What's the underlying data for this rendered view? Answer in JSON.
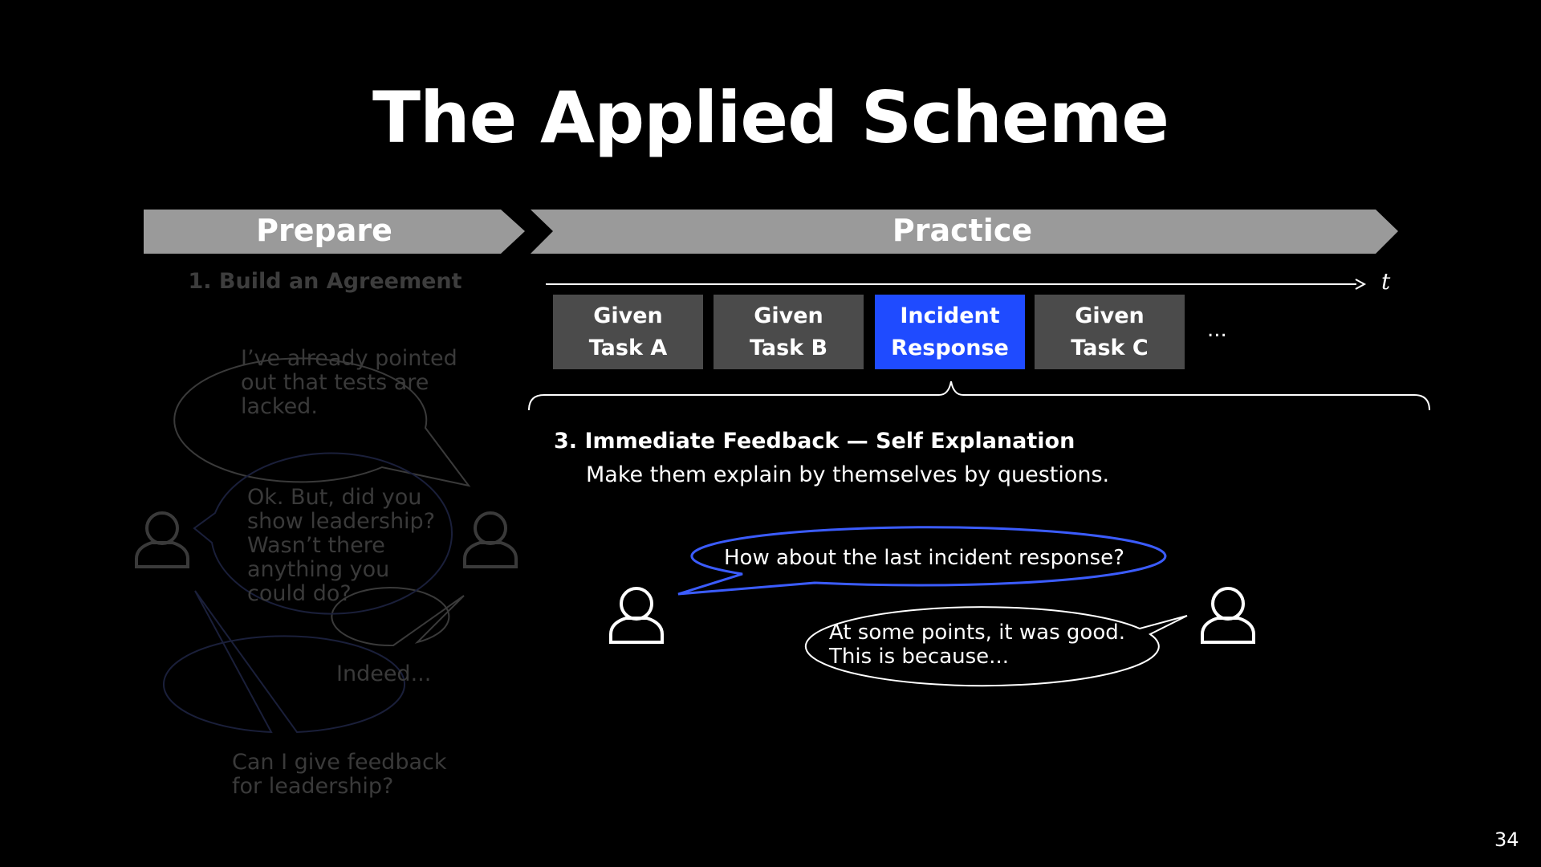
{
  "slide": {
    "title": "The Applied Scheme",
    "page_number": "34"
  },
  "phases": {
    "prepare": "Prepare",
    "practice": "Practice"
  },
  "prepare_section": {
    "heading": "1. Build an Agreement",
    "bubbles": [
      "I've already pointed out that tests are lacked.",
      "Ok. But, did you show leadership? Wasn't there anything you could do?",
      "Indeed...",
      "Can I give feedback for leadership?"
    ],
    "bubble_lines": [
      [
        "I’ve already pointed",
        "out that tests are",
        "lacked."
      ],
      [
        "Ok. But, did you",
        "show leadership?",
        "Wasn’t there",
        "anything you",
        "could do?"
      ],
      [
        "Indeed..."
      ],
      [
        "Can I give feedback",
        "for leadership?"
      ]
    ]
  },
  "timeline": {
    "axis_label": "t",
    "tasks": [
      {
        "line1": "Given",
        "line2": "Task A",
        "active": false
      },
      {
        "line1": "Given",
        "line2": "Task B",
        "active": false
      },
      {
        "line1": "Incident",
        "line2": "Response",
        "active": true
      },
      {
        "line1": "Given",
        "line2": "Task C",
        "active": false
      }
    ],
    "ellipsis": "..."
  },
  "feedback": {
    "heading": "3. Immediate Feedback —  Self Explanation",
    "subtext": "Make them explain by themselves by questions.",
    "question": "How about the last incident response?",
    "answer_lines": [
      "At some points, it was good.",
      "This is because..."
    ]
  },
  "colors": {
    "background": "#000000",
    "arrow_gray": "#9a9a9a",
    "task_gray": "#4b4b4b",
    "accent_blue": "#1f4bff",
    "faded": "#3a3a3a",
    "faded_blue": "#1a1f3a"
  },
  "icons": [
    "person-icon"
  ]
}
